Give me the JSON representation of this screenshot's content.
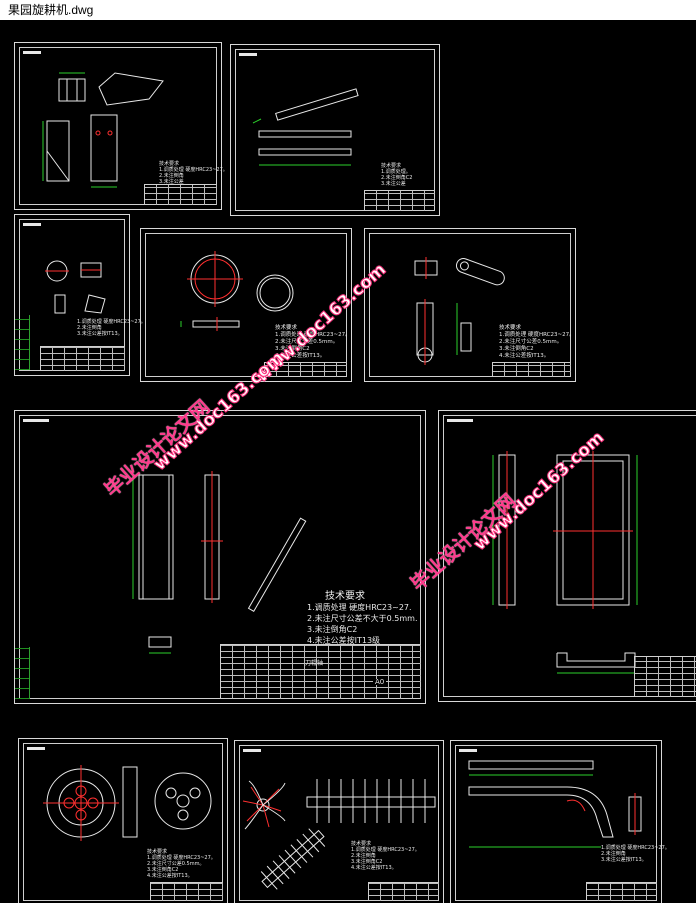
{
  "window": {
    "title": "果园旋耕机.dwg"
  },
  "sheets": [
    {
      "id": "sheet-1",
      "notes": [
        "技术要求",
        "1.调质处理 硬度HRC23~27。",
        "2.未注倒角",
        "3.未注公差"
      ]
    },
    {
      "id": "sheet-2",
      "notes": [
        "技术要求",
        "1.调质处理。",
        "2.未注倒角C2",
        "3.未注公差"
      ]
    },
    {
      "id": "sheet-3",
      "notes": [
        "技术要求",
        "1.调质处理 硬度HRC23~27。",
        "2.未注倒角",
        "3.未注公差按IT13。"
      ]
    },
    {
      "id": "sheet-4",
      "notes": [
        "技术要求",
        "1.调质处理 硬度HRC23~27。",
        "2.未注尺寸公差0.5mm。",
        "3.未注倒角C2",
        "4.未注公差按IT13。"
      ]
    },
    {
      "id": "sheet-5",
      "notes": [
        "技术要求",
        "1.调质处理 硬度HRC23~27。",
        "2.未注尺寸公差0.5mm。",
        "3.未注倒角C2",
        "4.未注公差按IT13。"
      ]
    },
    {
      "id": "sheet-6",
      "notes": [
        "技术要求",
        "1.调质处理 硬度HRC23~27.",
        "2.未注尺寸公差不大于0.5mm.",
        "3.未注倒角C2",
        "4.未注公差按IT13级"
      ],
      "title_block": {
        "part_name": "刀辊轴",
        "drawing_no": "A0"
      }
    },
    {
      "id": "sheet-7",
      "notes": []
    },
    {
      "id": "sheet-8",
      "notes": [
        "技术要求",
        "1.调质处理 硬度HRC23~27。",
        "2.未注尺寸公差0.5mm。",
        "3.未注倒角C2",
        "4.未注公差按IT13。"
      ]
    },
    {
      "id": "sheet-9",
      "notes": [
        "技术要求",
        "1.调质处理 硬度HRC23~27。",
        "2.未注倒角",
        "3.未注倒角C2",
        "4.未注公差按IT13。"
      ]
    },
    {
      "id": "sheet-10",
      "notes": [
        "技术要求",
        "1.调质处理 硬度HRC23~27。",
        "2.未注倒角",
        "3.未注公差按IT13。"
      ]
    }
  ],
  "watermarks": {
    "site": "www.doc163.com",
    "label": "毕业设计论文网"
  },
  "colors": {
    "background": "#000000",
    "line": "#e8e8e8",
    "dim": "#2bd12b",
    "center": "#ff3030",
    "watermark": "#ff2f7d"
  }
}
